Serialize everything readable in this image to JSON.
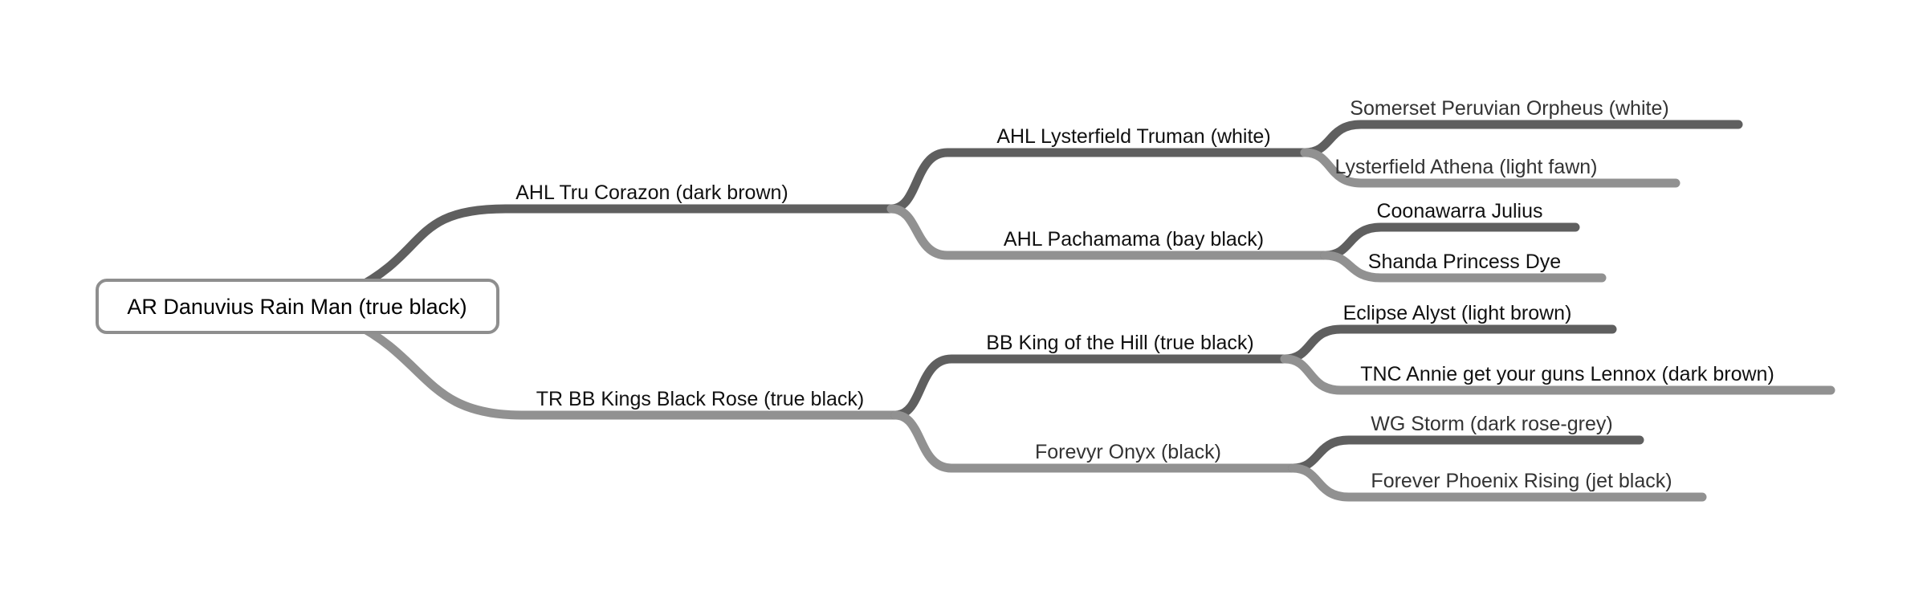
{
  "diagram": {
    "type": "pedigree-mind-map",
    "colors": {
      "upper_branch": "#5f5f5f",
      "lower_branch": "#919191",
      "root_border": "#8e8e8e"
    },
    "root": {
      "id": "root",
      "label": "AR Danuvius Rain Man (true black)",
      "children": [
        {
          "id": "sire",
          "label": "AHL Tru Corazon (dark brown)",
          "children": [
            {
              "id": "sire-sire",
              "label": "AHL Lysterfield Truman (white)",
              "children": [
                {
                  "id": "sire-sire-sire",
                  "label": "Somerset Peruvian Orpheus (white)"
                },
                {
                  "id": "sire-sire-dam",
                  "label": "Lysterfield Athena (light fawn)"
                }
              ]
            },
            {
              "id": "sire-dam",
              "label": "AHL Pachamama (bay black)",
              "children": [
                {
                  "id": "sire-dam-sire",
                  "label": "Coonawarra Julius"
                },
                {
                  "id": "sire-dam-dam",
                  "label": "Shanda Princess Dye"
                }
              ]
            }
          ]
        },
        {
          "id": "dam",
          "label": "TR BB Kings Black Rose (true black)",
          "children": [
            {
              "id": "dam-sire",
              "label": "BB King of the Hill (true black)",
              "children": [
                {
                  "id": "dam-sire-sire",
                  "label": "Eclipse Alyst (light brown)"
                },
                {
                  "id": "dam-sire-dam",
                  "label": "TNC Annie get your guns Lennox (dark brown)"
                }
              ]
            },
            {
              "id": "dam-dam",
              "label": "Forevyr Onyx (black)",
              "children": [
                {
                  "id": "dam-dam-sire",
                  "label": "WG Storm (dark rose-grey)"
                },
                {
                  "id": "dam-dam-dam",
                  "label": "Forever Phoenix Rising (jet black)"
                }
              ]
            }
          ]
        }
      ]
    }
  }
}
